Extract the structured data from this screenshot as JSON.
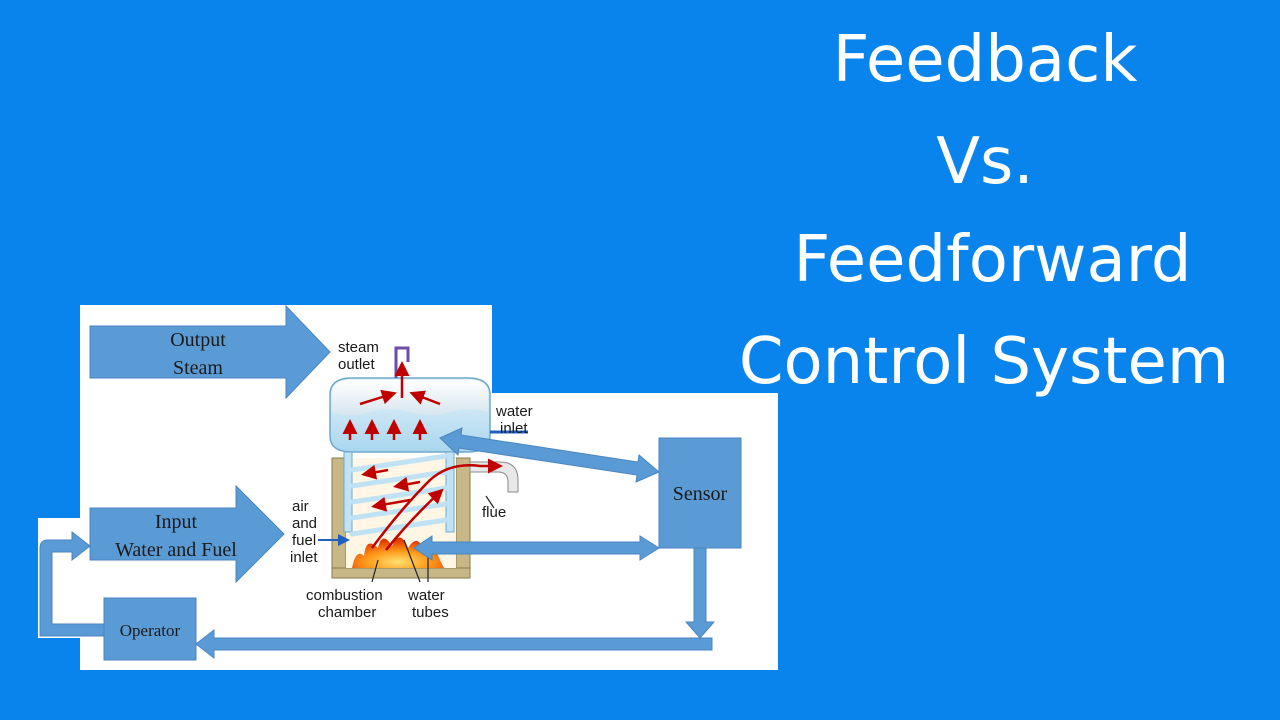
{
  "title": {
    "line1": "Feedback",
    "line2": "Vs.",
    "line3": "Feedforward",
    "line4": "Control System"
  },
  "blocks": {
    "output_line1": "Output",
    "output_line2": "Steam",
    "input_line1": "Input",
    "input_line2": "Water and Fuel",
    "sensor": "Sensor",
    "operator": "Operator"
  },
  "boiler_labels": {
    "steam_outlet_1": "steam",
    "steam_outlet_2": "outlet",
    "water_inlet_1": "water",
    "water_inlet_2": "inlet",
    "flue": "flue",
    "air_1": "air",
    "air_2": "and",
    "air_3": "fuel",
    "air_4": "inlet",
    "combustion_1": "combustion",
    "combustion_2": "chamber",
    "tubes_1": "water",
    "tubes_2": "tubes"
  },
  "colors": {
    "background": "#0a84ed",
    "block_fill": "#5b9bd5",
    "block_stroke": "#4a86c0",
    "panel": "#ffffff",
    "flow_arrow": "#c00000",
    "water": "#bfe3f5",
    "boiler_wall": "#c8b888"
  }
}
